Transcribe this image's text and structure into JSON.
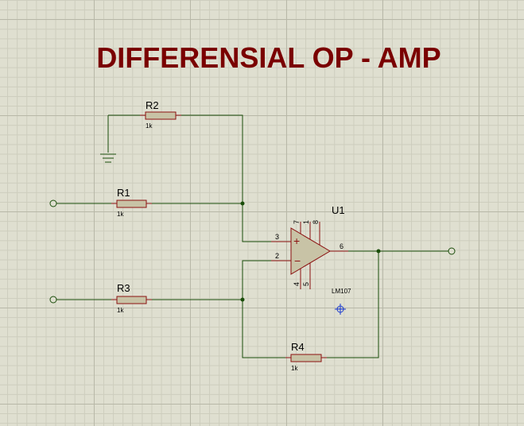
{
  "title": "DIFFERENSIAL OP - AMP",
  "colors": {
    "title": "#7a0000",
    "wire": "#1a4d0a",
    "component_outline": "#8b1010",
    "component_fill": "#c8c3a6",
    "background": "#dfdfd0"
  },
  "components": {
    "r1": {
      "ref": "R1",
      "value": "1k"
    },
    "r2": {
      "ref": "R2",
      "value": "1k"
    },
    "r3": {
      "ref": "R3",
      "value": "1k"
    },
    "r4": {
      "ref": "R4",
      "value": "1k"
    },
    "u1": {
      "ref": "U1",
      "part": "LM107",
      "pins": {
        "noninv": "3",
        "inv": "2",
        "out": "6",
        "top_a": "7",
        "top_b": "1",
        "top_c": "8",
        "bottom_a": "4",
        "bottom_b": "5"
      },
      "plus": "+",
      "minus": "−"
    }
  },
  "icons": {
    "ground": "ground-icon",
    "origin": "origin-marker-icon",
    "terminal": "terminal-icon"
  }
}
